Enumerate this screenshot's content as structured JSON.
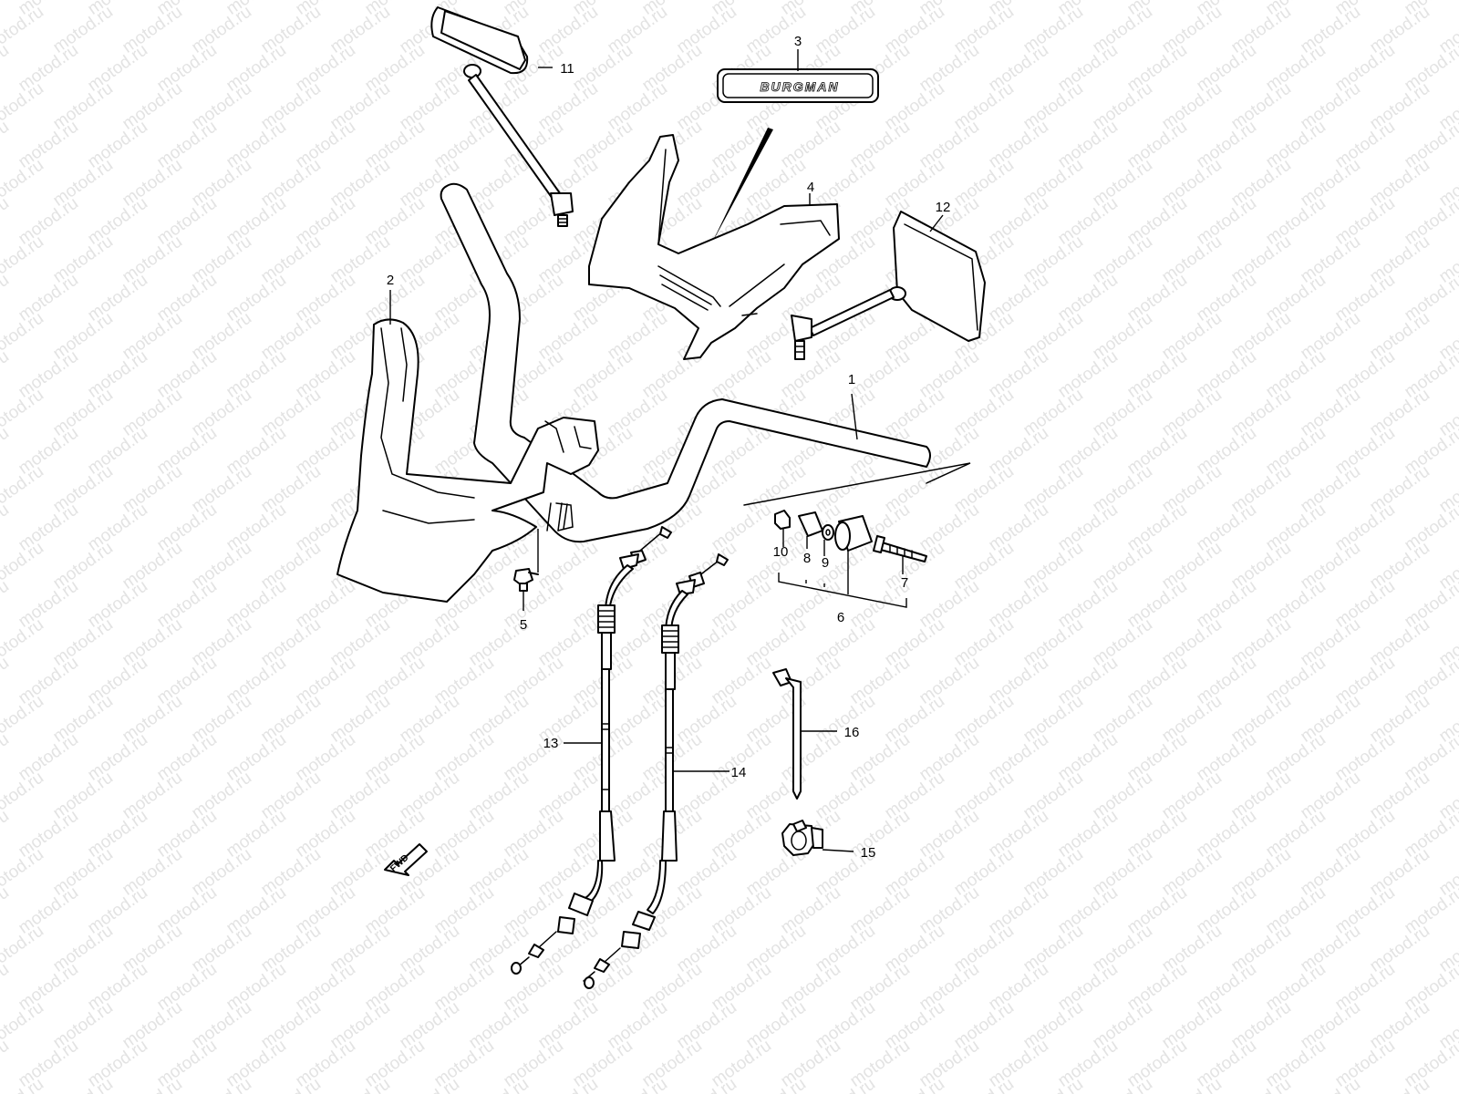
{
  "watermark": {
    "text": "motod.ru",
    "color": "#e3e3e3"
  },
  "emblem": {
    "text": "BURGMAN"
  },
  "fwd_label": "FWD",
  "callouts": {
    "c1": "1",
    "c2": "2",
    "c3": "3",
    "c4": "4",
    "c5": "5",
    "c6": "6",
    "c7": "7",
    "c8": "8",
    "c9": "9",
    "c10": "10",
    "c11": "11",
    "c12": "12",
    "c13": "13",
    "c14": "14",
    "c15": "15",
    "c16": "16"
  }
}
